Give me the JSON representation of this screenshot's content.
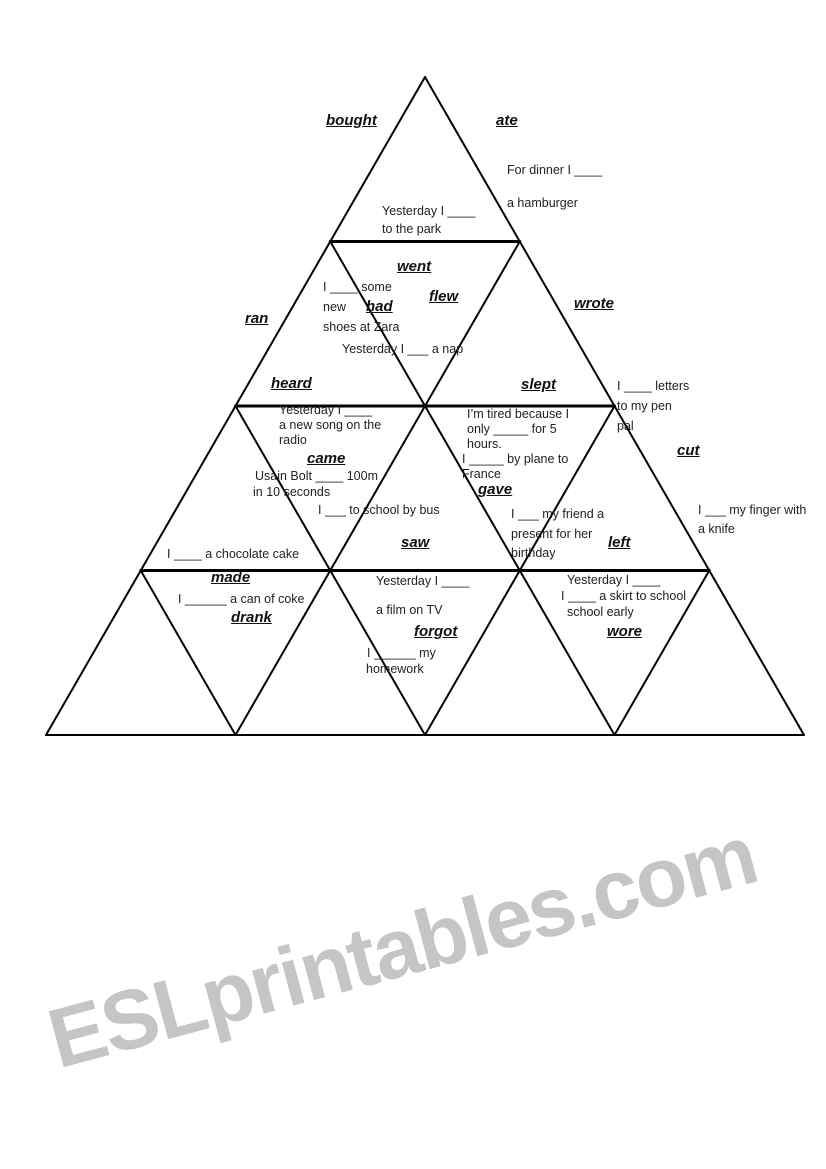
{
  "watermark": "ESLprintables.com",
  "colors": {
    "line": "#000000",
    "watermark": "#969696"
  },
  "words": {
    "bought": "bought",
    "ate": "ate",
    "went": "went",
    "had": "had",
    "flew": "flew",
    "ran": "ran",
    "wrote": "wrote",
    "heard": "heard",
    "slept": "slept",
    "came": "came",
    "cut": "cut",
    "gave": "gave",
    "saw": "saw",
    "left": "left",
    "made": "made",
    "drank": "drank",
    "forgot": "forgot",
    "wore": "wore"
  },
  "clues": {
    "dinner1": "For dinner I ____",
    "dinner2": "a hamburger",
    "park1": "Yesterday I ____",
    "park2": "to the park",
    "shoes1": "I ____ some",
    "shoes2": "new",
    "shoes3": "shoes at Zara",
    "nap": "Yesterday I ___ a nap",
    "letters1": "I ____ letters",
    "letters2": "to my pen",
    "letters3": "pal",
    "song1": "Yesterday I ____",
    "song2": "a new song on the",
    "song3": "radio",
    "tired1": "I’m tired because I",
    "tired2": "only _____ for 5",
    "tired3": "hours.",
    "plane1": "I _____ by plane to",
    "plane2": "France",
    "bolt1": "Usain Bolt ____ 100m",
    "bolt2": "in 10 seconds",
    "bus": "I ___ to school by bus",
    "friend1": "I ___ my friend a",
    "friend2": "present for her",
    "friend3": "birthday",
    "finger1": "I ___ my finger with",
    "finger2": "a knife",
    "cake": "I ____ a chocolate cake",
    "film1": "Yesterday I ____",
    "film2": "a film on TV",
    "early1": "Yesterday I ____",
    "early2": "school early",
    "coke": "I ______ a can of coke",
    "skirt": "I ____ a skirt to school",
    "homework1": "I ______ my",
    "homework2": "homework"
  }
}
